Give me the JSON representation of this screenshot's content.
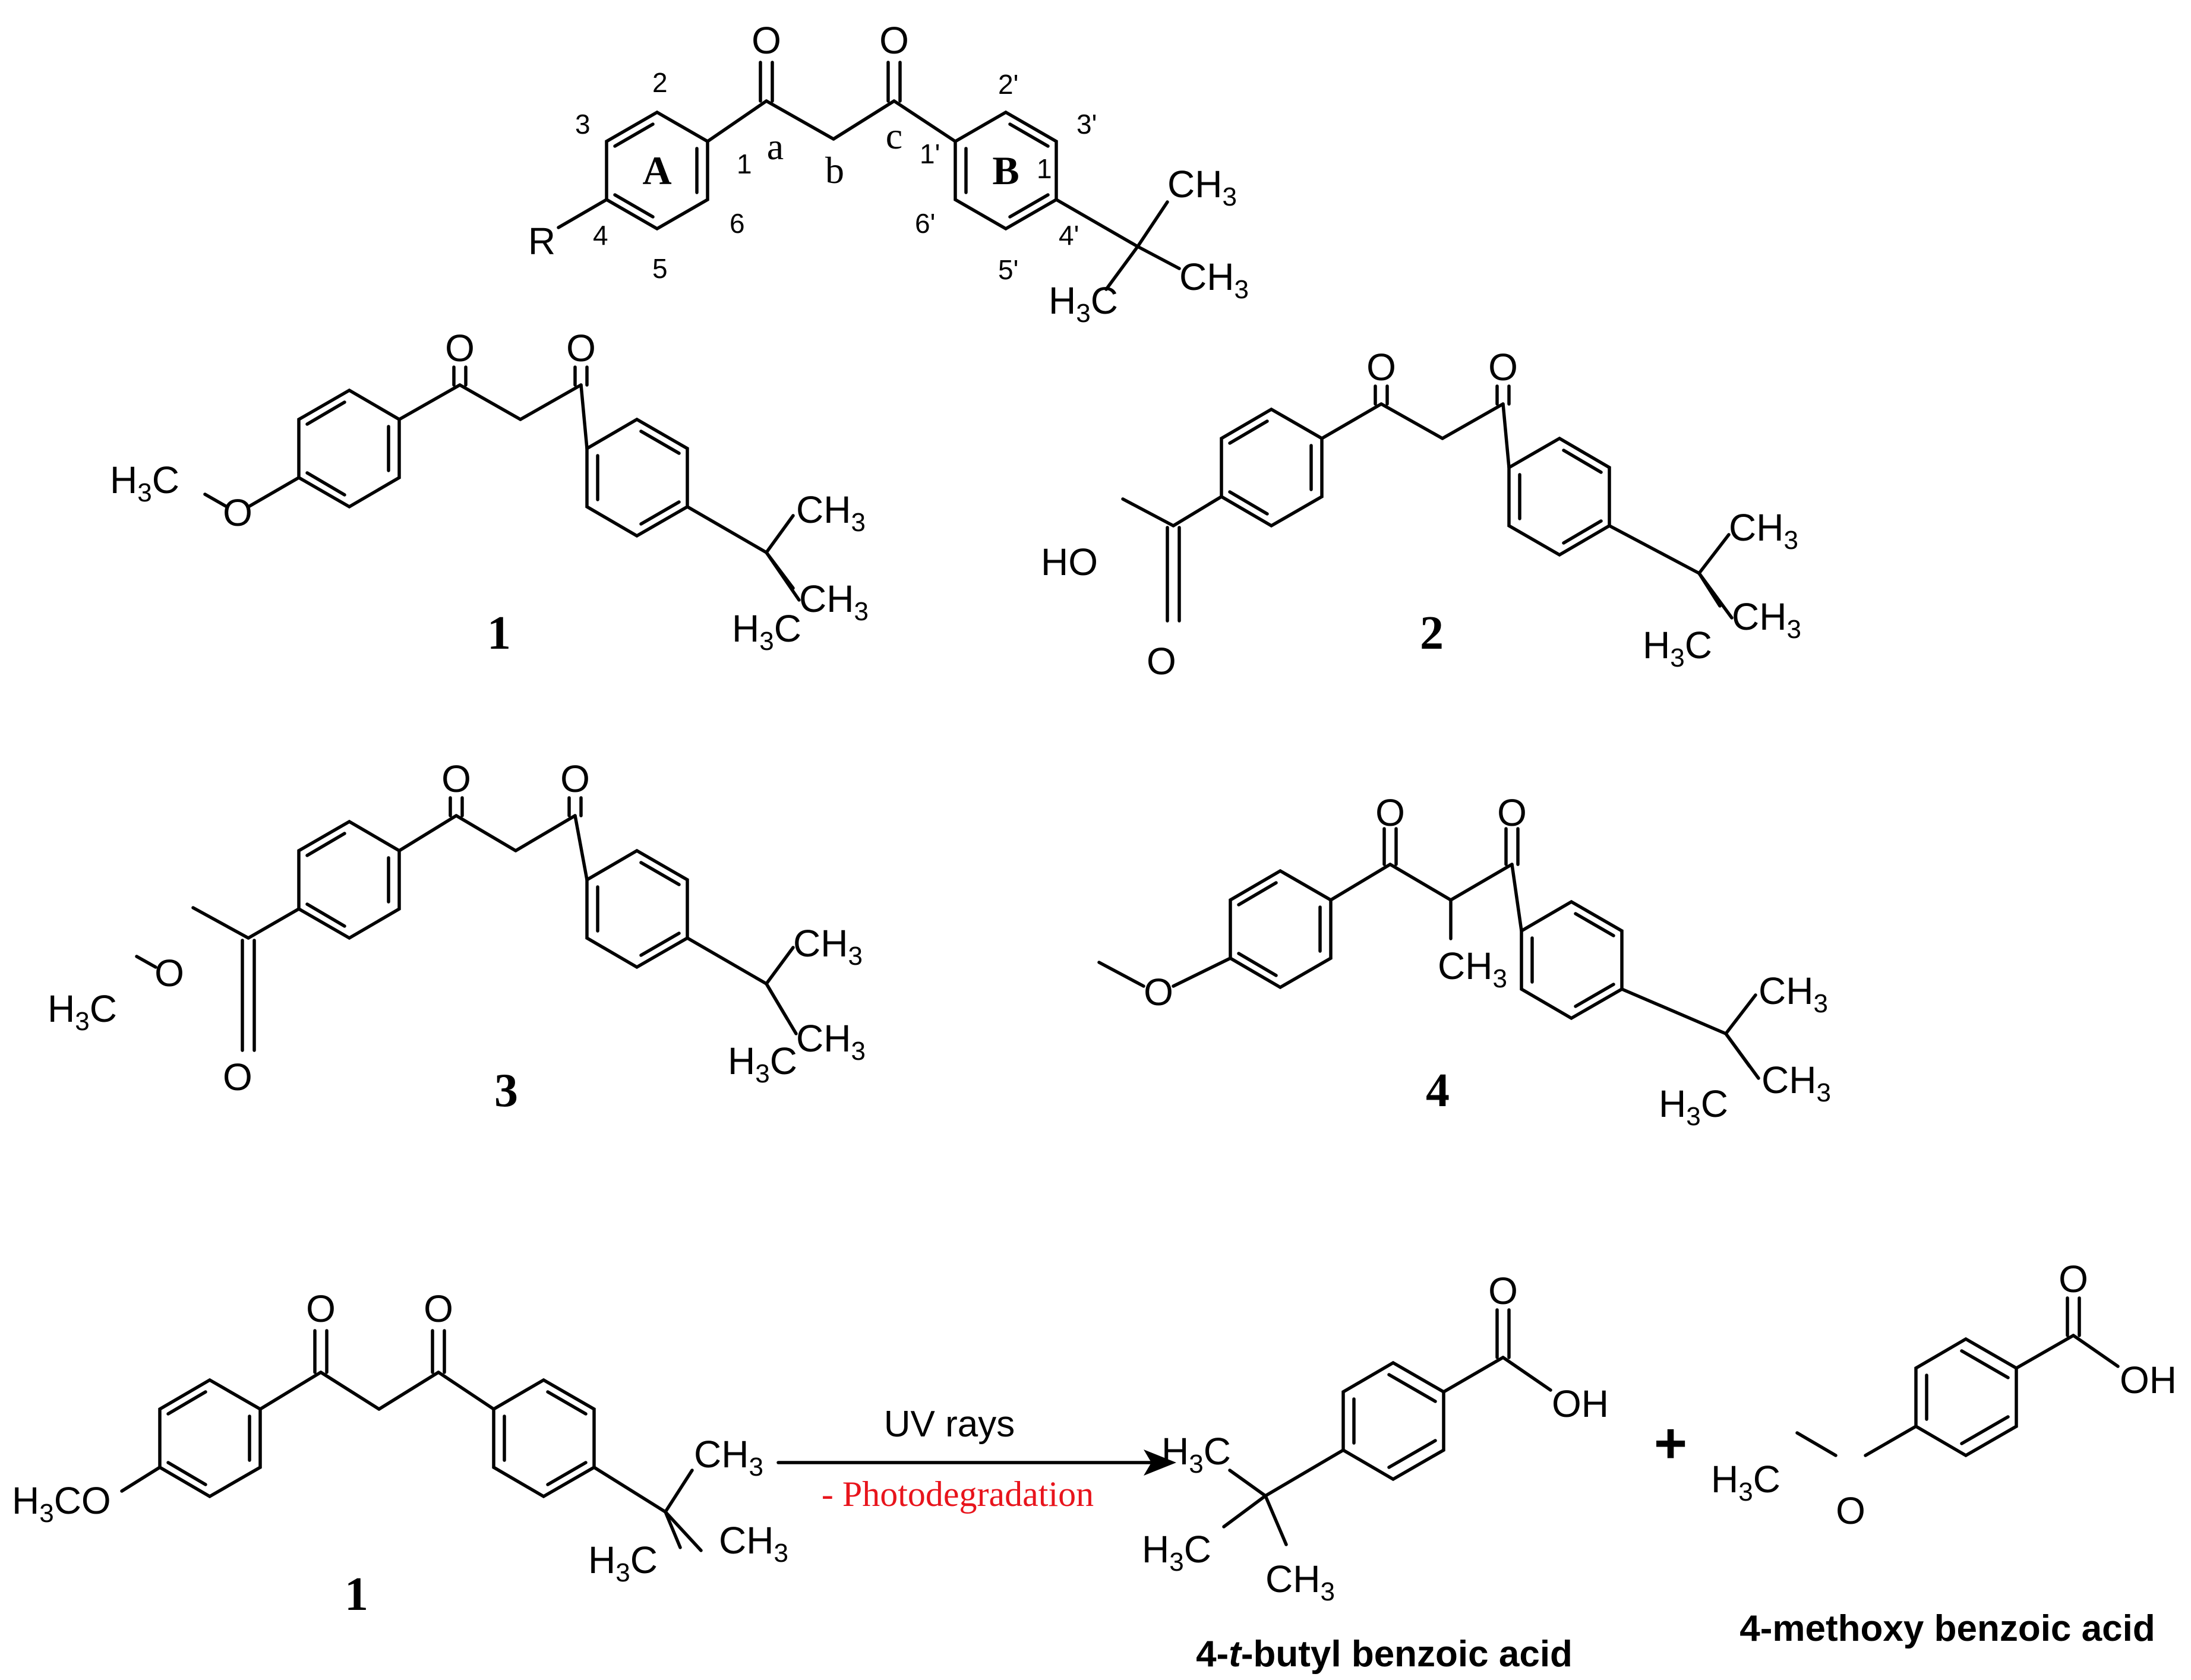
{
  "general_structure": {
    "atom_labels": {
      "carbonyl_a": "O",
      "carbonyl_c": "O",
      "substituent_R": "R",
      "methyl_top": "CH",
      "methyl_top_sub": "3",
      "methyl_right": "CH",
      "methyl_right_sub": "3",
      "methyl_left_H": "H",
      "methyl_left_sub": "3",
      "methyl_left_C": "C"
    },
    "ring_labels": {
      "ring_a": "A",
      "ring_b": "B"
    },
    "chain_labels": {
      "a": "a",
      "b": "b",
      "c": "c"
    },
    "ring_a_positions": [
      "1",
      "2",
      "3",
      "4",
      "5",
      "6"
    ],
    "ring_b_positions": [
      "1'",
      "2'",
      "3'",
      "4'",
      "5'",
      "6'"
    ],
    "ring_b_extra_digit": "1"
  },
  "compounds": [
    {
      "number": "1",
      "groups": {
        "methoxy_H": "H",
        "methoxy_sub": "3",
        "methoxy_C": "C",
        "ether_O": "O",
        "ketone_O1": "O",
        "ketone_O2": "O",
        "tbu_CH": "CH",
        "tbu_sub": "3",
        "tbu_CH2": "CH",
        "tbu_sub2": "3",
        "tbu_H": "H",
        "tbu_sub3": "3",
        "tbu_C": "C"
      }
    },
    {
      "number": "2",
      "groups": {
        "acid_HO": "HO",
        "acid_O": "O",
        "ketone_O1": "O",
        "ketone_O2": "O",
        "tbu_CH": "CH",
        "tbu_sub": "3",
        "tbu_CH2": "CH",
        "tbu_sub2": "3",
        "tbu_H": "H",
        "tbu_sub3": "3",
        "tbu_C": "C"
      }
    },
    {
      "number": "3",
      "groups": {
        "ester_H": "H",
        "ester_sub": "3",
        "ester_C": "C",
        "ester_O": "O",
        "ester_CO": "O",
        "ketone_O1": "O",
        "ketone_O2": "O",
        "tbu_CH": "CH",
        "tbu_sub": "3",
        "tbu_CH2": "CH",
        "tbu_sub2": "3",
        "tbu_H": "H",
        "tbu_sub3": "3",
        "tbu_C": "C"
      }
    },
    {
      "number": "4",
      "groups": {
        "ether_O": "O",
        "ketone_O1": "O",
        "ketone_O2": "O",
        "methyl_CH": "CH",
        "methyl_sub": "3",
        "tbu_CH": "CH",
        "tbu_sub": "3",
        "tbu_CH2": "CH",
        "tbu_sub2": "3",
        "tbu_H": "H",
        "tbu_sub3": "3",
        "tbu_C": "C"
      }
    }
  ],
  "reaction": {
    "reactant_number": "1",
    "reactant_groups": {
      "methoxy": "H",
      "methoxy_sub": "3",
      "methoxy_CO": "CO",
      "ketone_O1": "O",
      "ketone_O2": "O",
      "tbu_CH": "CH",
      "tbu_sub": "3",
      "tbu_CH2": "CH",
      "tbu_sub2": "3",
      "tbu_H": "H",
      "tbu_sub3": "3",
      "tbu_C": "C"
    },
    "arrow_label": "UV rays",
    "arrow_sublabel": "- Photodegradation",
    "arrow_sublabel_color": "#e8141c",
    "plus_sign": "+",
    "product_1": {
      "name_prefix": "4-",
      "name_italic": "t",
      "name_suffix": "-butyl benzoic acid",
      "groups": {
        "acid_O": "O",
        "acid_OH": "OH",
        "tbu_H1": "H",
        "tbu_sub1": "3",
        "tbu_C1": "C",
        "tbu_H2": "H",
        "tbu_sub2": "3",
        "tbu_C2": "C",
        "tbu_CH": "CH",
        "tbu_sub3": "3"
      }
    },
    "product_2": {
      "name": "4-methoxy benzoic acid",
      "groups": {
        "acid_O": "O",
        "acid_OH": "OH",
        "methoxy_H": "H",
        "methoxy_sub": "3",
        "methoxy_C": "C",
        "ether_O": "O"
      }
    }
  }
}
